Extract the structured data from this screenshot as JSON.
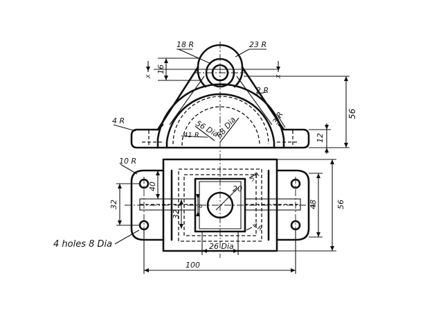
{
  "front_view": {
    "labels": {
      "r18": "18 R",
      "r23": "23 R",
      "d16": "16",
      "x_left": "X",
      "x_right": "X",
      "r2": "2 R",
      "r4": "4 R",
      "d56dia": "56 Dia",
      "d68dia": "68 Dia",
      "r41": "41 R",
      "r3": "3 R",
      "h56": "56",
      "h12": "12"
    }
  },
  "top_view": {
    "labels": {
      "r10": "10 R",
      "d40": "40",
      "d32_outer": "32",
      "d32_inner": "32",
      "d8": "8",
      "r20": "20",
      "r5": "5 R",
      "r4": "4 R",
      "d48": "48",
      "d56": "56",
      "d26dia": "26 Dia",
      "d100": "100",
      "holes": "4 holes 8 Dia"
    }
  }
}
